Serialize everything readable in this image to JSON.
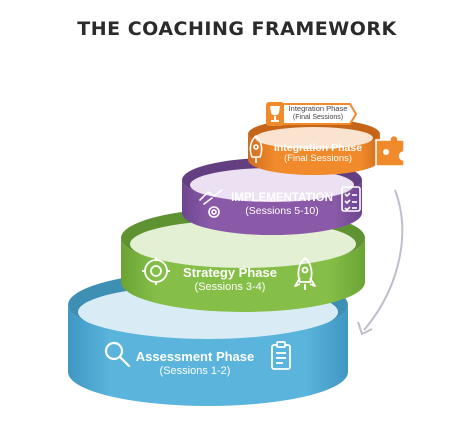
{
  "title": "THE COACHING FRAMEWORK",
  "colors": {
    "assessment": "#5ab4dc",
    "assessment_dark": "#3e8fb4",
    "strategy": "#86bf48",
    "strategy_dark": "#5f9230",
    "implementation": "#8a5aa8",
    "implementation_dark": "#633e80",
    "integration": "#f08a2b",
    "integration_dark": "#c4651a",
    "arrow": "#b9b9c6",
    "title": "#2b2b2b"
  },
  "phases": [
    {
      "name": "Assessment Phase",
      "sessions": "(Sessions 1-2)",
      "left_icon": "magnifier-icon",
      "right_icon": "clipboard-icon"
    },
    {
      "name": "Strategy Phase",
      "sessions": "(Sessions 3-4)",
      "left_icon": "gear-head-icon",
      "right_icon": "rocket-icon"
    },
    {
      "name": "IMPLEMENTATION",
      "sessions": "(Sessions 5-10)",
      "left_icon": "handshake-gear-icon",
      "right_icon": "checklist-icon"
    },
    {
      "name": "Integration Phase",
      "sessions": "(Final Sessions)",
      "left_icon": "rocket-icon",
      "right_icon": "puzzle-icon"
    }
  ],
  "top_tag": {
    "name": "Integration Phase",
    "sessions": "(Final Sessions)",
    "icon": "trophy-icon"
  }
}
